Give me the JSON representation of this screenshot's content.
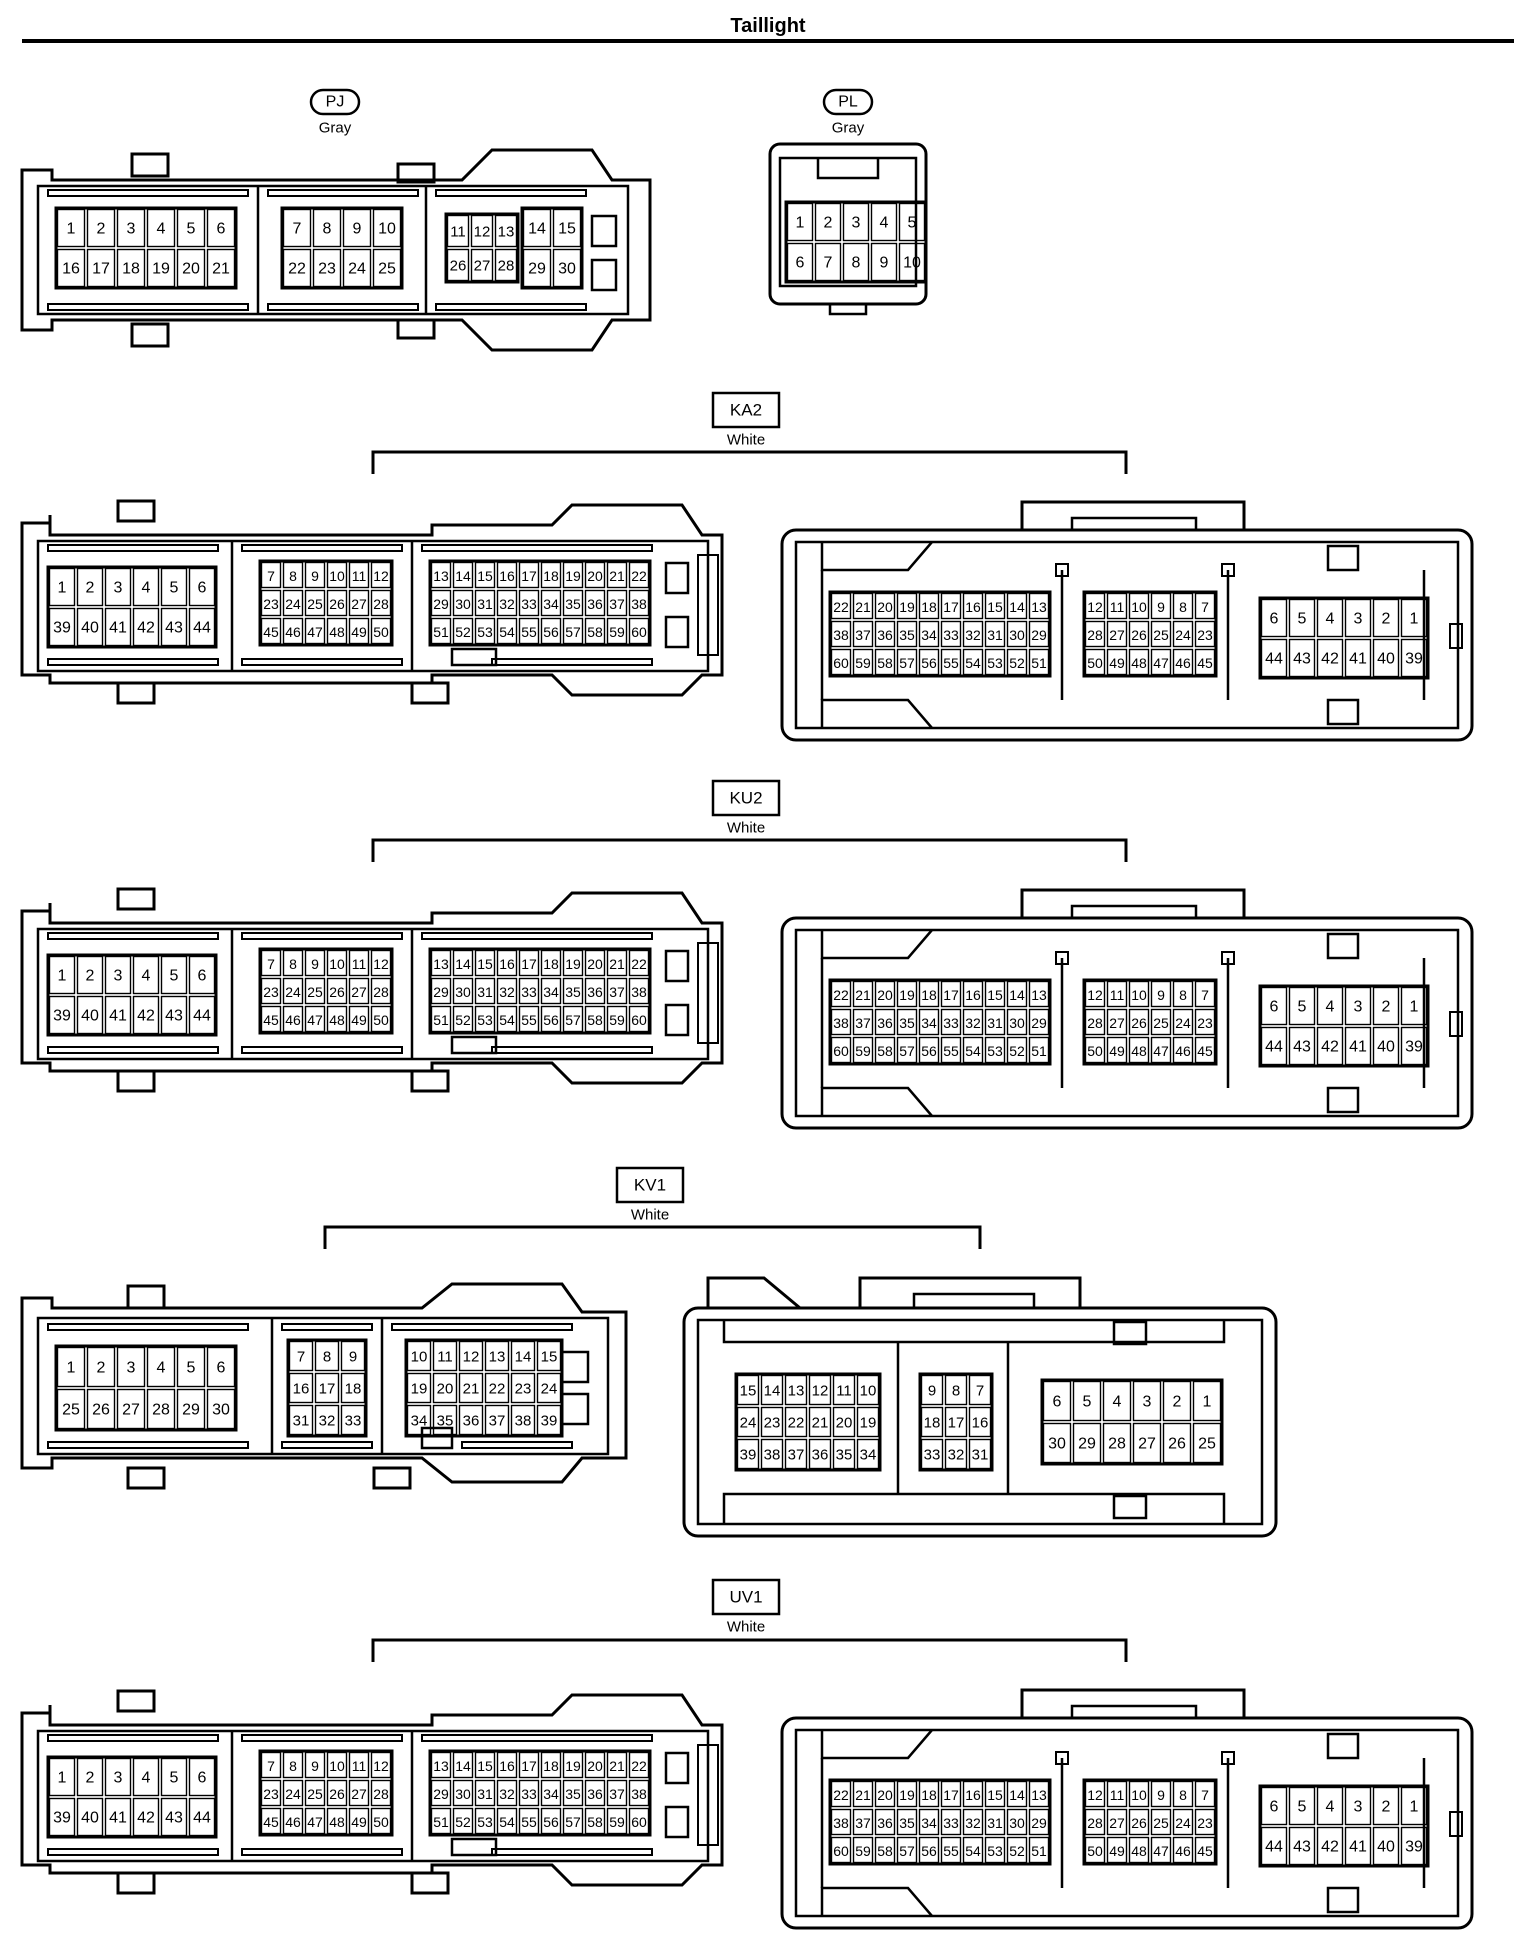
{
  "page": {
    "title": "Taillight"
  },
  "colors": {
    "stroke": "#000000",
    "background": "#ffffff"
  },
  "connectors": [
    {
      "id": "PJ",
      "label": "PJ",
      "color_label": "Gray",
      "label_style": "oval",
      "body_style": "male",
      "blocks": [
        {
          "rows": [
            [
              "1",
              "2",
              "3",
              "4",
              "5",
              "6"
            ],
            [
              "16",
              "17",
              "18",
              "19",
              "20",
              "21"
            ]
          ]
        },
        {
          "rows": [
            [
              "7",
              "8",
              "9",
              "10"
            ],
            [
              "22",
              "23",
              "24",
              "25"
            ]
          ]
        },
        {
          "rows": [
            [
              "11",
              "12",
              "13"
            ],
            [
              "26",
              "27",
              "28"
            ]
          ]
        },
        {
          "rows": [
            [
              "14",
              "15"
            ],
            [
              "29",
              "30"
            ]
          ]
        }
      ]
    },
    {
      "id": "PL",
      "label": "PL",
      "color_label": "Gray",
      "label_style": "oval",
      "body_style": "female-small",
      "blocks": [
        {
          "rows": [
            [
              "1",
              "2",
              "3",
              "4",
              "5"
            ],
            [
              "6",
              "7",
              "8",
              "9",
              "10"
            ]
          ]
        }
      ]
    },
    {
      "id": "KA2",
      "label": "KA2",
      "color_label": "White",
      "label_style": "box",
      "parts": [
        {
          "body_style": "male",
          "blocks": [
            {
              "rows": [
                [
                  "1",
                  "2",
                  "3",
                  "4",
                  "5",
                  "6"
                ],
                [
                  "39",
                  "40",
                  "41",
                  "42",
                  "43",
                  "44"
                ]
              ]
            },
            {
              "rows": [
                [
                  "7",
                  "8",
                  "9",
                  "10",
                  "11",
                  "12"
                ],
                [
                  "23",
                  "24",
                  "25",
                  "26",
                  "27",
                  "28"
                ],
                [
                  "45",
                  "46",
                  "47",
                  "48",
                  "49",
                  "50"
                ]
              ]
            },
            {
              "rows": [
                [
                  "13",
                  "14",
                  "15",
                  "16",
                  "17",
                  "18",
                  "19",
                  "20",
                  "21",
                  "22"
                ],
                [
                  "29",
                  "30",
                  "31",
                  "32",
                  "33",
                  "34",
                  "35",
                  "36",
                  "37",
                  "38"
                ],
                [
                  "51",
                  "52",
                  "53",
                  "54",
                  "55",
                  "56",
                  "57",
                  "58",
                  "59",
                  "60"
                ]
              ]
            }
          ]
        },
        {
          "body_style": "female",
          "blocks": [
            {
              "rows": [
                [
                  "22",
                  "21",
                  "20",
                  "19",
                  "18",
                  "17",
                  "16",
                  "15",
                  "14",
                  "13"
                ],
                [
                  "38",
                  "37",
                  "36",
                  "35",
                  "34",
                  "33",
                  "32",
                  "31",
                  "30",
                  "29"
                ],
                [
                  "60",
                  "59",
                  "58",
                  "57",
                  "56",
                  "55",
                  "54",
                  "53",
                  "52",
                  "51"
                ]
              ]
            },
            {
              "rows": [
                [
                  "12",
                  "11",
                  "10",
                  "9",
                  "8",
                  "7"
                ],
                [
                  "28",
                  "27",
                  "26",
                  "25",
                  "24",
                  "23"
                ],
                [
                  "50",
                  "49",
                  "48",
                  "47",
                  "46",
                  "45"
                ]
              ]
            },
            {
              "rows": [
                [
                  "6",
                  "5",
                  "4",
                  "3",
                  "2",
                  "1"
                ],
                [
                  "44",
                  "43",
                  "42",
                  "41",
                  "40",
                  "39"
                ]
              ]
            }
          ]
        }
      ]
    },
    {
      "id": "KU2",
      "label": "KU2",
      "color_label": "White",
      "label_style": "box",
      "parts": [
        {
          "body_style": "male",
          "blocks": [
            {
              "rows": [
                [
                  "1",
                  "2",
                  "3",
                  "4",
                  "5",
                  "6"
                ],
                [
                  "39",
                  "40",
                  "41",
                  "42",
                  "43",
                  "44"
                ]
              ]
            },
            {
              "rows": [
                [
                  "7",
                  "8",
                  "9",
                  "10",
                  "11",
                  "12"
                ],
                [
                  "23",
                  "24",
                  "25",
                  "26",
                  "27",
                  "28"
                ],
                [
                  "45",
                  "46",
                  "47",
                  "48",
                  "49",
                  "50"
                ]
              ]
            },
            {
              "rows": [
                [
                  "13",
                  "14",
                  "15",
                  "16",
                  "17",
                  "18",
                  "19",
                  "20",
                  "21",
                  "22"
                ],
                [
                  "29",
                  "30",
                  "31",
                  "32",
                  "33",
                  "34",
                  "35",
                  "36",
                  "37",
                  "38"
                ],
                [
                  "51",
                  "52",
                  "53",
                  "54",
                  "55",
                  "56",
                  "57",
                  "58",
                  "59",
                  "60"
                ]
              ]
            }
          ]
        },
        {
          "body_style": "female",
          "blocks": [
            {
              "rows": [
                [
                  "22",
                  "21",
                  "20",
                  "19",
                  "18",
                  "17",
                  "16",
                  "15",
                  "14",
                  "13"
                ],
                [
                  "38",
                  "37",
                  "36",
                  "35",
                  "34",
                  "33",
                  "32",
                  "31",
                  "30",
                  "29"
                ],
                [
                  "60",
                  "59",
                  "58",
                  "57",
                  "56",
                  "55",
                  "54",
                  "53",
                  "52",
                  "51"
                ]
              ]
            },
            {
              "rows": [
                [
                  "12",
                  "11",
                  "10",
                  "9",
                  "8",
                  "7"
                ],
                [
                  "28",
                  "27",
                  "26",
                  "25",
                  "24",
                  "23"
                ],
                [
                  "50",
                  "49",
                  "48",
                  "47",
                  "46",
                  "45"
                ]
              ]
            },
            {
              "rows": [
                [
                  "6",
                  "5",
                  "4",
                  "3",
                  "2",
                  "1"
                ],
                [
                  "44",
                  "43",
                  "42",
                  "41",
                  "40",
                  "39"
                ]
              ]
            }
          ]
        }
      ]
    },
    {
      "id": "KV1",
      "label": "KV1",
      "color_label": "White",
      "label_style": "box",
      "parts": [
        {
          "body_style": "male",
          "blocks": [
            {
              "rows": [
                [
                  "1",
                  "2",
                  "3",
                  "4",
                  "5",
                  "6"
                ],
                [
                  "25",
                  "26",
                  "27",
                  "28",
                  "29",
                  "30"
                ]
              ]
            },
            {
              "rows": [
                [
                  "7",
                  "8",
                  "9"
                ],
                [
                  "16",
                  "17",
                  "18"
                ],
                [
                  "31",
                  "32",
                  "33"
                ]
              ]
            },
            {
              "rows": [
                [
                  "10",
                  "11",
                  "12",
                  "13",
                  "14",
                  "15"
                ],
                [
                  "19",
                  "20",
                  "21",
                  "22",
                  "23",
                  "24"
                ],
                [
                  "34",
                  "35",
                  "36",
                  "37",
                  "38",
                  "39"
                ]
              ]
            }
          ]
        },
        {
          "body_style": "female",
          "blocks": [
            {
              "rows": [
                [
                  "15",
                  "14",
                  "13",
                  "12",
                  "11",
                  "10"
                ],
                [
                  "24",
                  "23",
                  "22",
                  "21",
                  "20",
                  "19"
                ],
                [
                  "39",
                  "38",
                  "37",
                  "36",
                  "35",
                  "34"
                ]
              ]
            },
            {
              "rows": [
                [
                  "9",
                  "8",
                  "7"
                ],
                [
                  "18",
                  "17",
                  "16"
                ],
                [
                  "33",
                  "32",
                  "31"
                ]
              ]
            },
            {
              "rows": [
                [
                  "6",
                  "5",
                  "4",
                  "3",
                  "2",
                  "1"
                ],
                [
                  "30",
                  "29",
                  "28",
                  "27",
                  "26",
                  "25"
                ]
              ]
            }
          ]
        }
      ]
    },
    {
      "id": "UV1",
      "label": "UV1",
      "color_label": "White",
      "label_style": "box",
      "parts": [
        {
          "body_style": "male",
          "blocks": [
            {
              "rows": [
                [
                  "1",
                  "2",
                  "3",
                  "4",
                  "5",
                  "6"
                ],
                [
                  "39",
                  "40",
                  "41",
                  "42",
                  "43",
                  "44"
                ]
              ]
            },
            {
              "rows": [
                [
                  "7",
                  "8",
                  "9",
                  "10",
                  "11",
                  "12"
                ],
                [
                  "23",
                  "24",
                  "25",
                  "26",
                  "27",
                  "28"
                ],
                [
                  "45",
                  "46",
                  "47",
                  "48",
                  "49",
                  "50"
                ]
              ]
            },
            {
              "rows": [
                [
                  "13",
                  "14",
                  "15",
                  "16",
                  "17",
                  "18",
                  "19",
                  "20",
                  "21",
                  "22"
                ],
                [
                  "29",
                  "30",
                  "31",
                  "32",
                  "33",
                  "34",
                  "35",
                  "36",
                  "37",
                  "38"
                ],
                [
                  "51",
                  "52",
                  "53",
                  "54",
                  "55",
                  "56",
                  "57",
                  "58",
                  "59",
                  "60"
                ]
              ]
            }
          ]
        },
        {
          "body_style": "female",
          "blocks": [
            {
              "rows": [
                [
                  "22",
                  "21",
                  "20",
                  "19",
                  "18",
                  "17",
                  "16",
                  "15",
                  "14",
                  "13"
                ],
                [
                  "38",
                  "37",
                  "36",
                  "35",
                  "34",
                  "33",
                  "32",
                  "31",
                  "30",
                  "29"
                ],
                [
                  "60",
                  "59",
                  "58",
                  "57",
                  "56",
                  "55",
                  "54",
                  "53",
                  "52",
                  "51"
                ]
              ]
            },
            {
              "rows": [
                [
                  "12",
                  "11",
                  "10",
                  "9",
                  "8",
                  "7"
                ],
                [
                  "28",
                  "27",
                  "26",
                  "25",
                  "24",
                  "23"
                ],
                [
                  "50",
                  "49",
                  "48",
                  "47",
                  "46",
                  "45"
                ]
              ]
            },
            {
              "rows": [
                [
                  "6",
                  "5",
                  "4",
                  "3",
                  "2",
                  "1"
                ],
                [
                  "44",
                  "43",
                  "42",
                  "41",
                  "40",
                  "39"
                ]
              ]
            }
          ]
        }
      ]
    }
  ]
}
